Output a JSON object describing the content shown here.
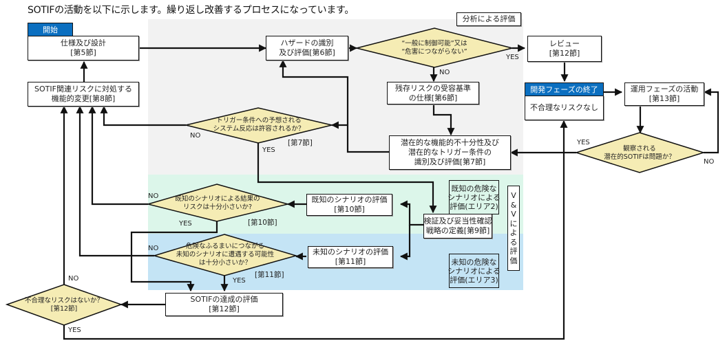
{
  "title": "SOTIFの活動を以下に示します。繰り返し改善するプロセスになっています。",
  "regions": {
    "analysis": "分析による評価",
    "known_area": [
      "既知の危険な",
      "シナリオによる",
      "評価(エリア2)"
    ],
    "unknown_area": [
      "未知の危険な",
      "シナリオによる",
      "評価(エリア3)"
    ],
    "vv": [
      "V",
      "&",
      "V",
      "に",
      "よ",
      "る",
      "評",
      "価"
    ]
  },
  "start_label": "開始",
  "dev_end_label": "開発フェーズの終了",
  "boxes": {
    "spec_design": [
      "仕様及び設計",
      "[第5節]"
    ],
    "hazard": [
      "ハザードの識別",
      "及び評価[第6節]"
    ],
    "review": [
      "レビュー",
      "[第12節]"
    ],
    "no_unreasonable_risk": [
      "不合理なリスクなし"
    ],
    "operation": [
      "運用フェーズの活動",
      "[第13節]"
    ],
    "func_change": [
      "SOTIF関連リスクに対処する",
      "機能的変更[第8節]"
    ],
    "residual": [
      "残存リスクの受容基準",
      "の仕様[第6節]"
    ],
    "potential": [
      "潜在的な機能的不十分性及び",
      "潜在的なトリガー条件の",
      "識別及び評価[第7節]"
    ],
    "known_eval": [
      "既知のシナリオの評価",
      "[第10節]"
    ],
    "vv_strategy": [
      "検証及び妥当性確認",
      "戦略の定義[第9節]"
    ],
    "unknown_eval": [
      "未知のシナリオの評価",
      "[第11節]"
    ],
    "achievement": [
      "SOTIFの達成の評価",
      "[第12節]"
    ]
  },
  "decisions": {
    "controllable": [
      "“一般に制御可能”又は",
      "“危害につながらない”"
    ],
    "trigger": [
      "トリガー条件への予想される",
      "システム反応は許容されるか？"
    ],
    "trigger_ref": "[第7節]",
    "observed": [
      "観察される",
      "潜在的SOTIFは問題か？"
    ],
    "known_risk": [
      "既知のシナリオによる結果の",
      "リスクは十分小さいか?"
    ],
    "known_ref": "[第10節]",
    "unknown_risk": [
      "危険なふるまいにつながる",
      "未知のシナリオに遭遇する可能性",
      "は十分小さいか？"
    ],
    "unknown_ref": "[第11節]",
    "unreasonable": [
      "不合理なリスクはないか？",
      "[第12節]"
    ]
  },
  "edge_labels": {
    "yes": "YES",
    "no": "NO"
  },
  "colors": {
    "accent_blue": "#0b6fc0",
    "decision_fill": "#f5ecb4",
    "analysis_bg": "#f2f2f2",
    "known_bg": "#dcf6ea",
    "unknown_bg": "#c4e4f5"
  }
}
